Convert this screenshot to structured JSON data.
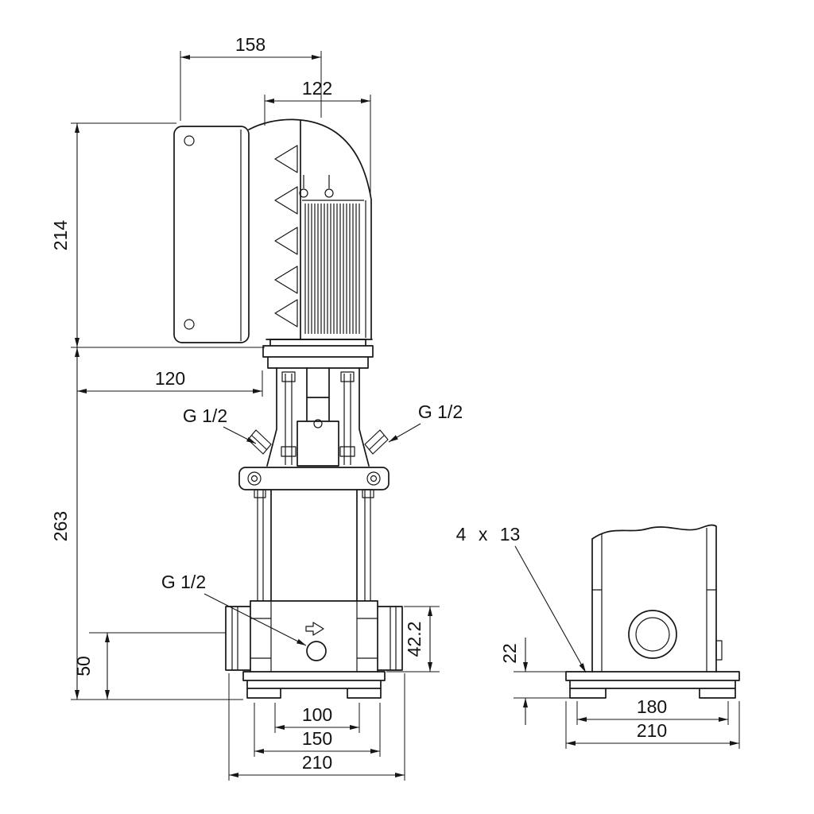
{
  "colors": {
    "background": "#ffffff",
    "line": "#161616"
  },
  "side_view": {
    "dims": {
      "total_width": "158",
      "motor_width": "122",
      "motor_height": "214",
      "head_width": "120",
      "pump_height": "263",
      "port_height": "42.2",
      "outlet_height": "50",
      "base_w1": "100",
      "base_w2": "150",
      "base_w3": "210"
    },
    "labels": {
      "port_top_left": "G 1/2",
      "port_top_right": "G 1/2",
      "drain_port": "G 1/2"
    }
  },
  "front_view": {
    "dims": {
      "foot_height": "22",
      "foot_w1": "180",
      "foot_w2": "210"
    },
    "labels": {
      "mounting_holes": "4 x 13"
    }
  }
}
